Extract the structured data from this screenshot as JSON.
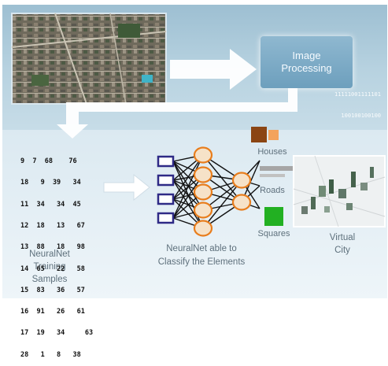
{
  "processing_box": {
    "text": "Image\nProcessing"
  },
  "binary_text": [
    "11111001111101",
    "100100100100"
  ],
  "samples_text": [
    "9  7  68    76",
    "18   9  39   34",
    "11  34   34  45",
    "12  18   13   67",
    "13  88   18   98",
    "14  65   22   58",
    "15  83   36   57",
    "16  91   26   61",
    "17  19   34     63",
    "28   1   8   38"
  ],
  "labels": {
    "training_line1": "NeuralNet",
    "training_line2": "Training",
    "training_line3": "Samples",
    "classify_line1": "NeuralNet able to",
    "classify_line2": "Classify the Elements",
    "houses": "Houses",
    "roads": "Roads",
    "squares": "Squares",
    "virtual_line1": "Virtual",
    "virtual_line2": "City"
  },
  "colors": {
    "panel": "#a9c7d8",
    "arrow": "#ffffff",
    "node_fill": "#f6e2c8",
    "node_stroke": "#e87d1c",
    "input_stroke": "#2e2a86",
    "house_dark": "#8b4513",
    "house_light": "#f3a35c",
    "road": "#9a9a9a",
    "square": "#22b022"
  },
  "icons": [
    "aerial-photo-image",
    "virtual-city-image",
    "arrow-right-icon",
    "arrow-down-left-icon"
  ]
}
